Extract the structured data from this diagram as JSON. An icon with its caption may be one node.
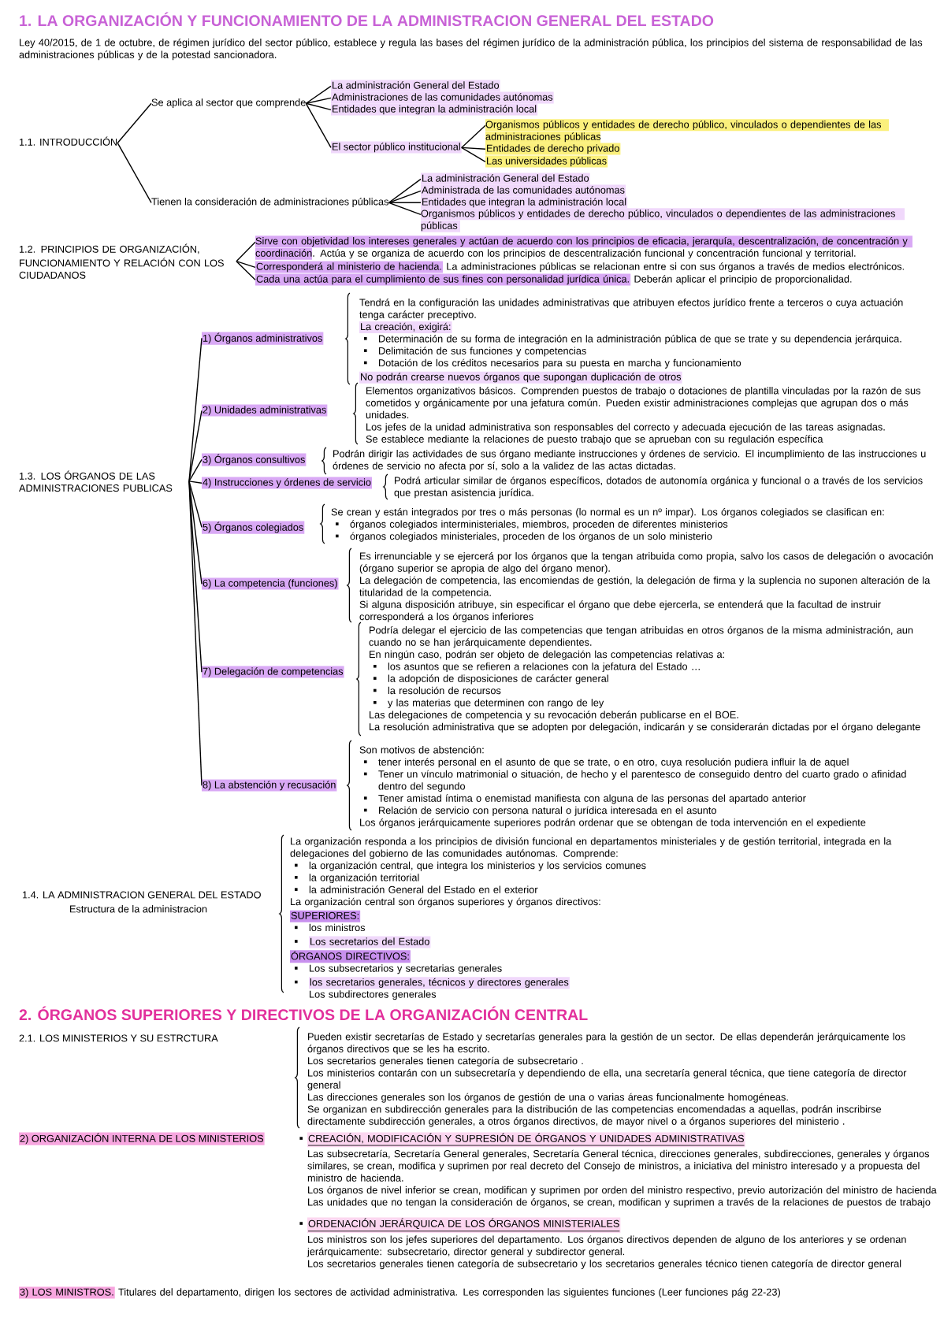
{
  "diagram": {
    "title": "1. LA ORGANIZACIÓN Y FUNCIONAMIENTO DE LA ADMINISTRACION GENERAL DEL ESTADO",
    "nodes": [
      {
        "text": [
          "1.1. INTRODUCCIÓN"
        ]
      },
      {
        "text": [
          "Se aplica al sector que comprende"
        ]
      },
      {
        "text": [
          "La administración General del Estado"
        ]
      },
      {
        "text": [
          "Administraciones de las comunidades autónomas"
        ]
      },
      {
        "text": [
          "Entidades que integran la administración local"
        ]
      },
      {
        "text": [
          "El sector público institucional"
        ]
      },
      {
        "text": [
          "Organismos públicos y entidades de derecho público, vinculados o dependientes de las administraciones públicas"
        ]
      },
      {
        "text": [
          "Entidades de derecho privado"
        ]
      },
      {
        "text": [
          "Las universidades públicas"
        ]
      },
      {
        "text": [
          "Tienen la consideración de administraciones públicas"
        ]
      },
      {
        "text": [
          "La administración General del Estado"
        ]
      },
      {
        "text": [
          "Administrada de las comunidades autónomas"
        ]
      },
      {
        "text": [
          "Entidades que integran la administración local"
        ]
      },
      {
        "text": [
          "Organismos públicos y entidades de derecho público, vinculados o dependientes de las administraciones públicas"
        ]
      },
      {
        "text": [
          "1.2. PRINCIPIOS DE ORGANIZACIÓN, FUNCIONAMIENTO Y RELACIÓN CON LOS CIUDADANOS"
        ]
      },
      {
        "text": [
          "Sirve con objetividad los intereses generales y actúan de acuerdo con los principios de eficacia, jerarquía, descentralización, de concentración y coordinación.",
          "Actúa y se organiza de acuerdo con los principios de descentralización funcional y concentración funcional y territorial."
        ]
      },
      {
        "text": [
          "Corresponderá al ministerio de hacienda.",
          "La administraciones públicas se relacionan entre si con sus órganos a través de medios electrónicos."
        ]
      },
      {
        "text": [
          "Cada una actúa para el cumplimiento de sus fines con personalidad jurídica única.",
          "Deberán aplicar el principio de proporcionalidad."
        ]
      },
      {
        "text": [
          "1.3. LOS ÓRGANOS DE LAS ADMINISTRACIONES PUBLICAS"
        ]
      },
      {
        "text": [
          "1) Órganos administrativos"
        ]
      },
      {
        "text": [
          "2) Unidades administrativas"
        ]
      },
      {
        "text": [
          "3) Órganos consultivos"
        ]
      },
      {
        "text": [
          "4) Instrucciones y órdenes de servicio"
        ]
      },
      {
        "text": [
          "5) Órganos colegiados"
        ]
      },
      {
        "text": [
          "6) La competencia (funciones)"
        ]
      },
      {
        "text": [
          "7) Delegación de competencias"
        ]
      },
      {
        "text": [
          "8) La abstención y recusación"
        ]
      }
    ],
    "edges": [
      {
        "from": 0,
        "to": 1,
        "arrow": "none"
      },
      {
        "from": 0,
        "to": 9,
        "arrow": "none"
      },
      {
        "from": 1,
        "to": 2,
        "arrow": "none"
      },
      {
        "from": 1,
        "to": 3,
        "arrow": "none"
      },
      {
        "from": 1,
        "to": 4,
        "arrow": "none"
      },
      {
        "from": 1,
        "to": 5,
        "arrow": "none"
      },
      {
        "from": 5,
        "to": 6,
        "arrow": "none"
      },
      {
        "from": 5,
        "to": 7,
        "arrow": "none"
      },
      {
        "from": 5,
        "to": 8,
        "arrow": "none"
      },
      {
        "from": 9,
        "to": 10,
        "arrow": "none"
      },
      {
        "from": 9,
        "to": 11,
        "arrow": "none"
      },
      {
        "from": 9,
        "to": 12,
        "arrow": "none"
      },
      {
        "from": 9,
        "to": 13,
        "arrow": "none"
      },
      {
        "from": 14,
        "to": 15,
        "arrow": "none"
      },
      {
        "from": 14,
        "to": 16,
        "arrow": "none"
      },
      {
        "from": 14,
        "to": 17,
        "arrow": "none"
      },
      {
        "from": 18,
        "to": 19,
        "arrow": "none"
      },
      {
        "from": 18,
        "to": 20,
        "arrow": "none"
      },
      {
        "from": 18,
        "to": 21,
        "arrow": "none"
      },
      {
        "from": 18,
        "to": 22,
        "arrow": "none"
      },
      {
        "from": 18,
        "to": 23,
        "arrow": "none"
      },
      {
        "from": 18,
        "to": 24,
        "arrow": "none"
      },
      {
        "from": 18,
        "to": 25,
        "arrow": "none"
      },
      {
        "from": 18,
        "to": 26,
        "arrow": "none"
      }
    ],
    "labels": [
      "Ley 40/2015, de 1 de octubre, de régimen jurídico del sector público, establece y regula las bases del régimen jurídico de la administración pública, los principios del sistema de responsabilidad de las administraciones públicas y de la potestad sancionadora.",
      "Tendrá en la configuración las unidades administrativas que atribuyen efectos jurídico frente a terceros o cuya actuación tenga carácter preceptivo.",
      "La creación, exigirá:",
      "Determinación de su forma de integración en la administración pública de que se trate y su dependencia jerárquica.",
      "Delimitación de sus funciones y competencias",
      "Dotación de los créditos necesarios para su puesta en marcha y funcionamiento",
      "No podrán crearse nuevos órganos que supongan duplicación de otros",
      "Elementos organizativos básicos. Comprenden puestos de trabajo o dotaciones de plantilla vinculadas por la razón de sus cometidos y orgánicamente por una jefatura común. Pueden existir administraciones complejas que agrupan dos o más unidades.",
      "Los jefes de la unidad administrativa son responsables del correcto y adecuada ejecución de las tareas asignadas.",
      "Se establece mediante la relaciones de puesto trabajo que se aprueban con su regulación específica",
      "Podrán dirigir las actividades de sus órgano mediante instrucciones y órdenes de servicio. El incumplimiento de las instrucciones u órdenes de servicio no afecta por sí, solo a la validez de las actas dictadas.",
      "Podrá articular similar de órganos específicos, dotados de autonomía orgánica y funcional o a través de los servicios que prestan asistencia jurídica.",
      "Se crean y están integrados por tres o más personas (lo normal es un nº impar). Los órganos colegiados se clasifican en:",
      "órganos colegiados interministeriales, miembros, proceden de diferentes ministerios",
      "órganos colegiados ministeriales, proceden de los órganos de un solo ministerio",
      "Es irrenunciable y se ejercerá por los órganos que la tengan atribuida como propia, salvo los casos de delegación o avocación (órgano superior se apropia de algo del órgano menor).",
      "La delegación de competencia, las encomiendas de gestión, la delegación de firma y la suplencia no suponen alteración de la titularidad de la competencia.",
      "Si alguna disposición atribuye, sin especificar el órgano que debe ejercerla, se entenderá que la facultad de instruir corresponderá a los órganos inferiores",
      "Podría delegar el ejercicio de las competencias que tengan atribuidas en otros órganos de la misma administración, aun cuando no se han jerárquicamente dependientes.",
      "En ningún caso, podrán ser objeto de delegación las competencias relativas a:",
      "los asuntos que se refieren a relaciones con la jefatura del Estado …",
      "la adopción de disposiciones de carácter general",
      "la resolución de recursos",
      "y las materias que determinen con rango de ley",
      "Las delegaciones de competencia y su revocación deberán publicarse en el BOE.",
      "La resolución administrativa que se adopten por delegación, indicarán y se considerarán dictadas por el órgano delegante",
      "Son motivos de abstención:",
      "tener interés personal en el asunto de que se trate, o en otro, cuya resolución pudiera influir la de aquel",
      "Tener un vínculo matrimonial o situación, de hecho y el parentesco de conseguido dentro del cuarto grado o afinidad dentro del segundo",
      "Tener amistad íntima o enemistad manifiesta con alguna de las personas del apartado anterior",
      "Relación de servicio con persona natural o jurídica interesada en el asunto",
      "Los órganos jerárquicamente superiores podrán ordenar que se obtengan de toda intervención en el expediente",
      "1.4. LA ADMINISTRACION GENERAL DEL ESTADO",
      "Estructura de la administracion",
      "La organización responda a los principios de división funcional en departamentos ministeriales y de gestión territorial, integrada en la delegaciones del gobierno de las comunidades autónomas. Comprende:",
      "la organización central, que integra los ministerios y los servicios comunes",
      "la organización territorial",
      "la administración General del Estado en el exterior",
      "La organización central son órganos superiores y órganos directivos:",
      "SUPERIORES:",
      "los ministros",
      "Los secretarios del Estado",
      "ÓRGANOS DIRECTIVOS:",
      "Los subsecretarios y secretarias generales",
      "los secretarios generales, técnicos y directores generales",
      "Los subdirectores generales",
      "2. ÓRGANOS SUPERIORES Y DIRECTIVOS DE LA ORGANIZACIÓN CENTRAL",
      "2.1. LOS MINISTERIOS Y SU ESTRCTURA",
      "Pueden existir secretarías de Estado y secretarías generales para la gestión de un sector. De ellas dependerán jerárquicamente los órganos directivos que se les ha escrito.",
      "Los secretarios generales tienen categoría de subsecretario .",
      "Los ministerios contarán con un subsecretaría y dependiendo de ella, una secretaría general técnica, que tiene categoría de director general",
      "Las direcciones generales son los órganos de gestión de una o varias áreas funcionalmente homogéneas.",
      "Se organizan en subdirección generales para la distribución de las competencias encomendadas a aquellas, podrán inscribirse directamente subdirección generales, a otros órganos directivos, de mayor nivel o a órganos superiores del ministerio .",
      "2) ORGANIZACIÓN INTERNA DE LOS MINISTERIOS",
      "CREACIÓN, MODIFICACIÓN Y SUPRESIÓN DE ÓRGANOS Y UNIDADES ADMINISTRATIVAS",
      "Las subsecretaría, Secretaría General generales, Secretaría General técnica, direcciones generales, subdirecciones, generales y órganos similares, se crean, modifica y suprimen por real decreto del Consejo de ministros, a iniciativa del ministro interesado y a propuesta del ministro de hacienda.",
      "Los órganos de nivel inferior se crean, modifican y suprimen por orden del ministro respectivo, previo autorización del ministro de hacienda",
      "Las unidades que no tengan la consideración de órganos, se crean, modifican y suprimen a través de la relaciones de puestos de trabajo",
      "ORDENACIÓN JERÁRQUICA DE LOS ÓRGANOS MINISTERIALES",
      "Los ministros son los jefes superiores del departamento. Los órganos directivos dependen de alguno de los anteriores y se ordenan jerárquicamente: subsecretario, director general y subdirector general.",
      "Los secretarios generales tienen categoría de subsecretario y los secretarios generales técnico tienen categoría de director general",
      "3) LOS MINISTROS.",
      "Titulares del departamento, dirigen los sectores de actividad administrativa. Les corresponden las siguientes funciones (Leer funciones pág 22-23)"
    ]
  }
}
